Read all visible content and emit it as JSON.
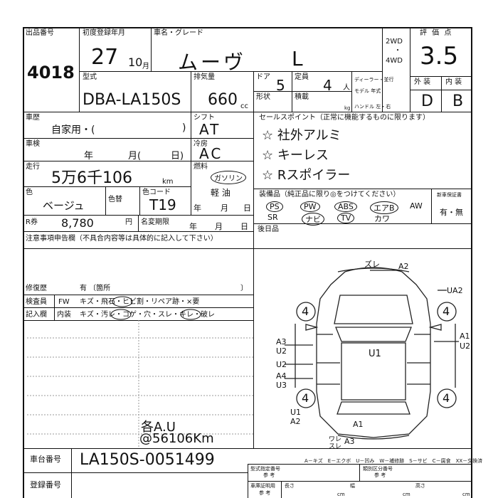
{
  "header": {
    "lot_label": "出品番号",
    "lot_number": "4018",
    "first_reg_label": "初度登録年月",
    "first_reg_year": "27",
    "first_reg_month": "10",
    "month_unit": "月",
    "car_name_label": "車名・グレード",
    "car_name": "ムーヴ",
    "grade": "L",
    "drive_2wd": "2WD",
    "drive_4wd": "4WD",
    "score_label": "評 価 点",
    "score": "3.5"
  },
  "row2": {
    "model_label": "型式",
    "model_code": "DBA-LA150S",
    "displacement_label": "排気量",
    "displacement": "660",
    "displacement_unit": "cc",
    "door_label": "ドア",
    "doors": "5",
    "capacity_label": "定員",
    "capacity": "4",
    "capacity_unit": "人",
    "shape_label": "形状",
    "load_label": "積載",
    "load_unit": "kg",
    "dealer_label": "ディーラー・並行",
    "model_year_label": "モデル 年式",
    "handle_label": "ハンドル 左・右",
    "exterior_label": "外 装",
    "interior_label": "内 装",
    "exterior_grade": "D",
    "interior_grade": "B"
  },
  "history": {
    "history_label": "車歴",
    "history_value": "自家用・(",
    "history_close": ")",
    "shaken_label": "車検",
    "shaken_year": "年",
    "shaken_month": "月(",
    "shaken_day": "日)",
    "mileage_label": "走行",
    "mileage_value": "5万6千106",
    "mileage_unit": "km",
    "color_label": "色",
    "color_value": "ベージュ",
    "color_change_label": "色替",
    "color_code_label": "色コード",
    "color_code": "T19",
    "shift_label": "シフト",
    "shift_value": "AT",
    "ac_label": "冷房",
    "ac_value": "AC",
    "fuel_label": "燃料",
    "fuel_gasoline": "ガソリン",
    "fuel_diesel": "軽 油",
    "recycle_label": "R券",
    "recycle_value": "8,780",
    "recycle_unit": "円",
    "name_change_label": "名変期限",
    "name_change_year": "年",
    "name_change_month": "月",
    "name_change_day": "日"
  },
  "sales": {
    "title": "セールスポイント（正常に機能するものに限ります）",
    "points": [
      "☆ 社外アルミ",
      "☆ キーレス",
      "☆ Rスポイラー"
    ]
  },
  "equipment": {
    "title": "装備品（純正品に限り◎をつけてください）",
    "row1": [
      "PS",
      "PW",
      "ABS",
      "エアB",
      "AW"
    ],
    "row2": [
      "SR",
      "ナビ",
      "TV",
      "カワ"
    ],
    "warranty_label": "新車保証書",
    "warranty_value": "有・無",
    "later_install_label": "後日品"
  },
  "notes": {
    "title": "注意事項申告欄（不具合内容等は具体的に記入して下さい）",
    "repair_label": "修復歴",
    "repair_value": "有 〔箇所",
    "repair_close": "〕"
  },
  "inspector": {
    "inspector_label": "検査員",
    "entry_label": "記入欄",
    "fw_label": "FW",
    "fw_items": "キズ・飛石・ヒビ割・リペア跡・×要",
    "interior_label": "内装",
    "interior_items": "キズ・汚レ・コゲ・穴・スレ・キレ・破レ"
  },
  "handwritten_notes": {
    "line1": "各A.U",
    "line2": "@56106Km"
  },
  "diagram": {
    "marks": {
      "top": "ズレ",
      "top_a2": "A2",
      "right_upper": "UA2",
      "right_mid1": "A1",
      "right_mid2": "U2",
      "left1": "A3",
      "left2": "U2",
      "left3": "U2",
      "left4": "A4",
      "left5": "U3",
      "center": "U1",
      "bottom_left1": "U1",
      "bottom_left2": "A2",
      "bottom_a1": "A1",
      "bottom_wa": "ワレ",
      "bottom_sure": "スレ",
      "bottom_a3": "A3",
      "tire_tl": "4",
      "tire_tr": "4",
      "tire_bl": "4",
      "tire_br": "4"
    },
    "legend": "A－キズ　E－エクボ　U－凹み　W－補修跡　S－サビ　C－腐食　XX－交換済"
  },
  "footer": {
    "chassis_label": "車台番号",
    "chassis_number": "LA150S-0051499",
    "registration_label": "登録番号",
    "model_designation_label": "型式指定番号",
    "model_designation_sub": "参 考",
    "class_label": "類別区分番号",
    "class_sub": "参 考",
    "cert_label": "車庫証明用",
    "cert_sub": "参 考",
    "length_label": "長さ",
    "width_label": "幅",
    "height_label": "高さ",
    "cm": "cm"
  }
}
